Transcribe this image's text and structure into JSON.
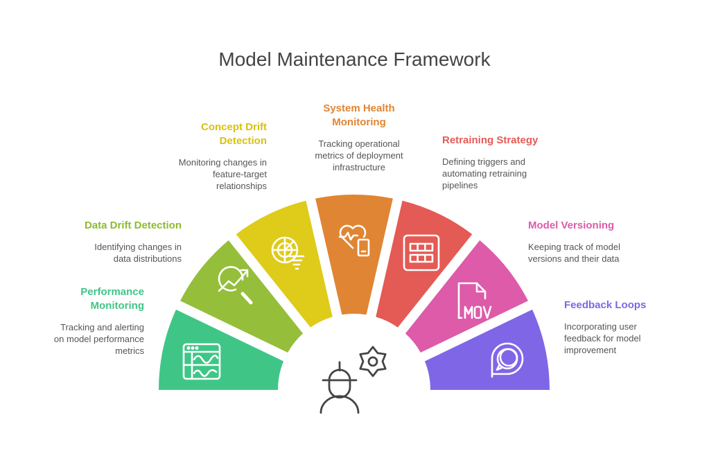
{
  "title": "Model Maintenance Framework",
  "segments": [
    {
      "id": "performance-monitoring",
      "title_lines": [
        "Performance",
        "Monitoring"
      ],
      "desc_lines": [
        "Tracking and alerting",
        "on model performance",
        "metrics"
      ],
      "color": "#3FC686",
      "icon": "dashboard-chart-icon"
    },
    {
      "id": "data-drift-detection",
      "title_lines": [
        "Data Drift Detection"
      ],
      "desc_lines": [
        "Identifying changes in",
        "data distributions"
      ],
      "color": "#95BE3B",
      "icon": "trend-search-icon"
    },
    {
      "id": "concept-drift-detection",
      "title_lines": [
        "Concept Drift",
        "Detection"
      ],
      "desc_lines": [
        "Monitoring changes in",
        "feature-target",
        "relationships"
      ],
      "color": "#DFCB19",
      "icon": "radar-tornado-icon"
    },
    {
      "id": "system-health-monitoring",
      "title_lines": [
        "System Health",
        "Monitoring"
      ],
      "desc_lines": [
        "Tracking operational",
        "metrics of deployment",
        "infrastructure"
      ],
      "color": "#E08533",
      "icon": "heart-device-icon"
    },
    {
      "id": "retraining-strategy",
      "title_lines": [
        "Retraining Strategy"
      ],
      "desc_lines": [
        "Defining triggers and",
        "automating retraining",
        "pipelines"
      ],
      "color": "#E45A55",
      "icon": "grid-panel-icon"
    },
    {
      "id": "model-versioning",
      "title_lines": [
        "Model Versioning"
      ],
      "desc_lines": [
        "Keeping track of model",
        "versions and their data"
      ],
      "color": "#DD5BA9",
      "icon": "mov-file-icon"
    },
    {
      "id": "feedback-loops",
      "title_lines": [
        "Feedback Loops"
      ],
      "desc_lines": [
        "Incorporating user",
        "feedback for model",
        "improvement"
      ],
      "color": "#7F66E6",
      "icon": "chat-bubble-icon"
    }
  ],
  "heading_colors": [
    "#3FC686",
    "#8DBB2E",
    "#D7C20E",
    "#E08533",
    "#E45A55",
    "#DD5BA9",
    "#7F66E6"
  ],
  "center_icon": "engineer-gear-icon"
}
